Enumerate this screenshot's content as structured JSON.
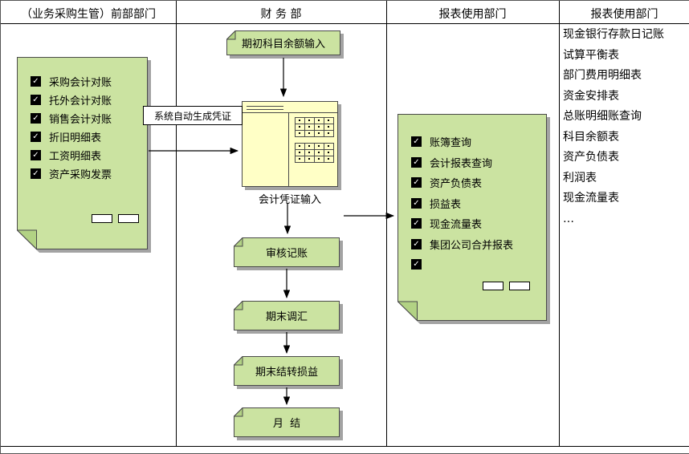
{
  "lanes": [
    "（业务采购生管）前部部门",
    "财 务 部",
    "报表使用部门",
    "报表使用部门"
  ],
  "icons": {
    "check": "✓"
  },
  "front_note": {
    "items": [
      "采购会计对账",
      "托外会计对账",
      "销售会计对账",
      "折旧明细表",
      "工资明细表",
      "资产采购发票"
    ]
  },
  "callout": {
    "label": "系统自动生成凭证"
  },
  "finance": {
    "opening_label": "期初科目余额输入",
    "voucher_form_label": "会计凭证输入",
    "steps": [
      "审核记账",
      "期末调汇",
      "期末结转损益",
      "月  结"
    ]
  },
  "report_note": {
    "items": [
      "账簿查询",
      "会计报表查询",
      "资产负债表",
      "损益表",
      "现金流量表",
      "集团公司合并报表",
      ""
    ]
  },
  "report_list": [
    "现金银行存款日记账",
    "试算平衡表",
    "部门费用明细表",
    "资金安排表",
    "总账明细账查询",
    "科目余额表",
    "资产负债表",
    "利润表",
    "现金流量表",
    "…"
  ],
  "colors": {
    "shape_fill": "#cbe3a1",
    "shape_fold": "#b2d284",
    "shape_border": "#4a4a4a",
    "shadow": "#a3a3a3",
    "form_fill": "#ffffc6",
    "line": "#000000"
  }
}
